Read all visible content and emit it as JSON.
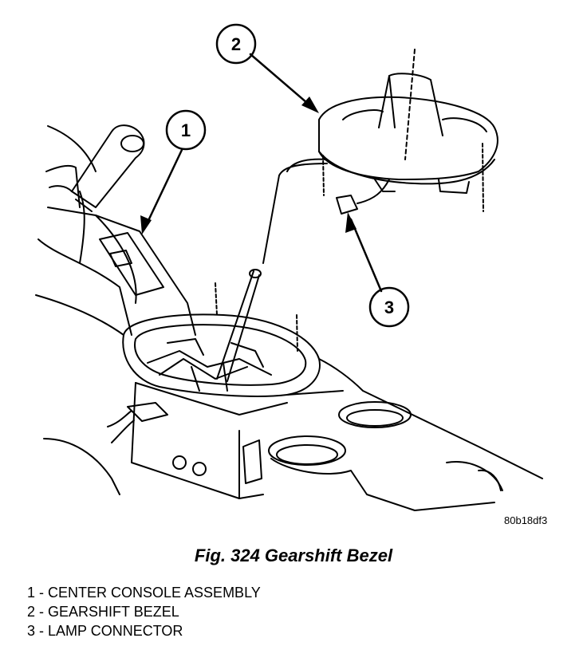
{
  "figure": {
    "callouts": [
      "1",
      "2",
      "3"
    ],
    "image_code": "80b18df3"
  },
  "caption": "Fig. 324 Gearshift Bezel",
  "legend": [
    "1 - CENTER CONSOLE ASSEMBLY",
    "2 - GEARSHIFT BEZEL",
    "3 - LAMP CONNECTOR"
  ]
}
